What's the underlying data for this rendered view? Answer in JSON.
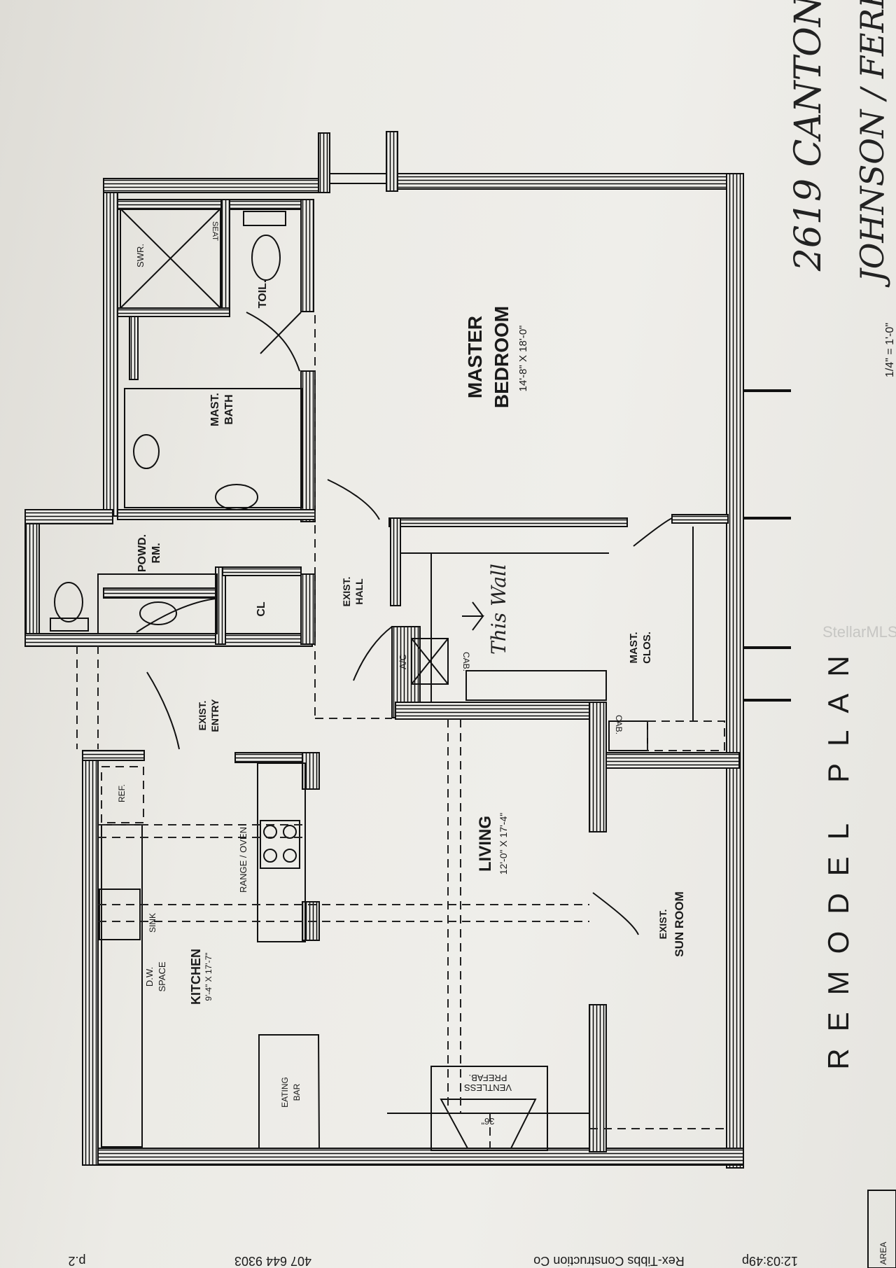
{
  "handwritten": {
    "address_line1": "2619 CANTON",
    "address_line2": "JOHNSON / FERR",
    "note": "This Wall"
  },
  "rooms": {
    "master_bedroom": {
      "name1": "MASTER",
      "name2": "BEDROOM",
      "size": "14'-8\" X 18'-0\""
    },
    "mast_bath": {
      "name1": "MAST.",
      "name2": "BATH"
    },
    "toil": "TOIL.",
    "swr": "SWR.",
    "seat": "SEAT",
    "powd_rm": {
      "name1": "POWD.",
      "name2": "RM."
    },
    "cl": "CL",
    "exist_hall": {
      "name1": "EXIST.",
      "name2": "HALL"
    },
    "ac": "A/C",
    "cab1": "CAB.",
    "cab2": "CAB.",
    "mast_clos": {
      "name1": "MAST.",
      "name2": "CLOS."
    },
    "exist_entry": {
      "name1": "EXIST.",
      "name2": "ENTRY"
    },
    "ref": "REF.",
    "range_oven": "RANGE / OVEN",
    "sink": "SINK",
    "dw_space": {
      "name1": "D.W.",
      "name2": "SPACE"
    },
    "kitchen": {
      "name": "KITCHEN",
      "size": "9'-4\" X 17'-7\""
    },
    "eating_bar": {
      "name1": "EATING",
      "name2": "BAR"
    },
    "living": {
      "name": "LIVING",
      "size": "12'-0\" X 17'-4\""
    },
    "sun_room": {
      "name1": "EXIST.",
      "name2": "SUN ROOM"
    },
    "fireplace": {
      "line1": "VENTLESS",
      "line2": "PREFAB.",
      "size": "36\""
    }
  },
  "title_block": {
    "title": "REMODEL  PLAN",
    "scale": "1/4\" = 1'-0\"",
    "area": "AREA"
  },
  "fax_header": {
    "company": "Rex-Tibbs Construction Co",
    "phone": "407 644 9303",
    "page": "p.2",
    "time": "12:03:49p"
  },
  "watermark": "StellarMLS"
}
